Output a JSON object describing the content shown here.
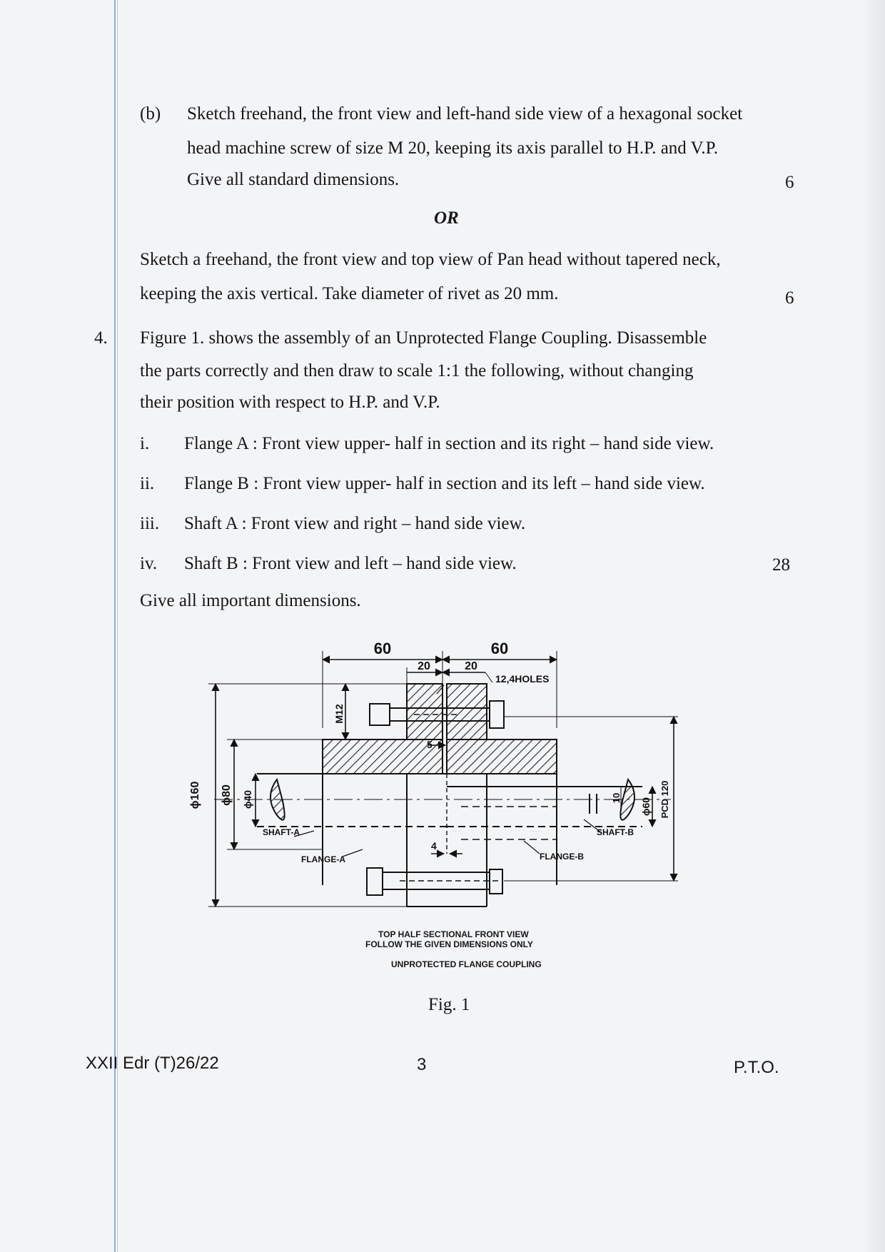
{
  "q3b": {
    "label": "(b)",
    "lines": [
      "Sketch freehand, the front view and left-hand side view of a hexagonal socket",
      "head machine screw of size M 20, keeping its axis parallel to H.P. and V.P.",
      "Give all standard dimensions."
    ],
    "marks": "6"
  },
  "or_label": "OR",
  "q3b_alt": {
    "lines": [
      "Sketch a freehand, the front view and top view of Pan head without tapered neck,",
      "keeping the axis vertical. Take diameter of rivet as 20 mm."
    ],
    "marks": "6"
  },
  "q4": {
    "number": "4.",
    "lines": [
      "Figure 1. shows the assembly of an Unprotected Flange Coupling. Disassemble",
      "the parts correctly and then draw to scale 1:1 the following, without changing",
      "their position with respect to H.P. and V.P."
    ],
    "items": [
      {
        "num": "i.",
        "text": "Flange A :  Front view upper- half in section and its right – hand side view."
      },
      {
        "num": "ii.",
        "text": "Flange B : Front view upper- half in section and its left – hand side view."
      },
      {
        "num": "iii.",
        "text": "Shaft A : Front view and right – hand side view."
      },
      {
        "num": "iv.",
        "text": "Shaft B : Front view and left – hand side view."
      }
    ],
    "marks": "28",
    "closing": "Give all important dimensions."
  },
  "figure": {
    "dims": {
      "left_width": "60",
      "right_width": "60",
      "hub_left": "20",
      "hub_right": "20",
      "holes": "12,4HOLES",
      "bolt": "M12",
      "gap": "5",
      "dia_outer": "ϕ160",
      "dia_hub": "ϕ80",
      "dia_shaft": "ϕ40",
      "key": "10",
      "shaft_b_dia": "ϕ60",
      "pcd": "PCD 120",
      "spigot": "4"
    },
    "labels": {
      "shaft_a": "SHAFT-A",
      "shaft_b": "SHAFT-B",
      "flange_a": "FLANGE-A",
      "flange_b": "FLANGE-B"
    },
    "caption_line1": "TOP HALF SECTIONAL FRONT VIEW",
    "caption_line2": "FOLLOW THE GIVEN DIMENSIONS ONLY",
    "caption_line3": "UNPROTECTED FLANGE COUPLING",
    "fig_label": "Fig. 1"
  },
  "footer": {
    "code": "XXII Edr (T)26/22",
    "page": "3",
    "pto": "P.T.O."
  }
}
